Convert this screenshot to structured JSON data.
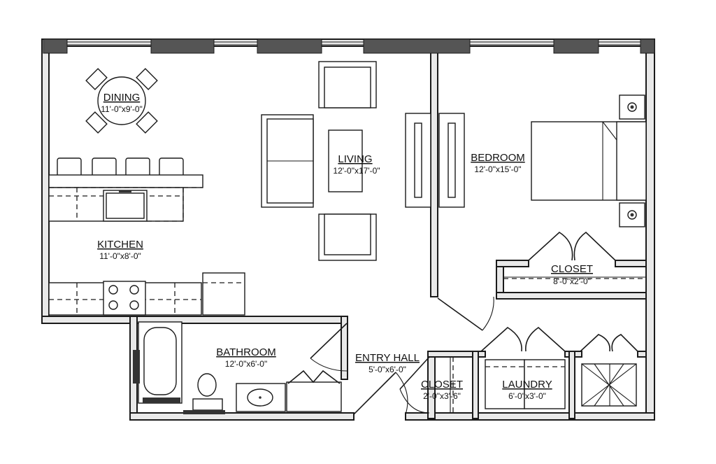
{
  "rooms": [
    {
      "key": "dining",
      "name": "DINING",
      "dims": "11'-0\"x9'-0\""
    },
    {
      "key": "living",
      "name": "LIVING",
      "dims": "12'-0\"x17'-0\""
    },
    {
      "key": "bedroom",
      "name": "BEDROOM",
      "dims": "12'-0\"x15'-0\""
    },
    {
      "key": "kitchen",
      "name": "KITCHEN",
      "dims": "11'-0\"x8'-0\""
    },
    {
      "key": "closet_bedroom",
      "name": "CLOSET",
      "dims": "8'-0\"x2'-0\""
    },
    {
      "key": "bathroom",
      "name": "BATHROOM",
      "dims": "12'-0\"x6'-0\""
    },
    {
      "key": "entry_hall",
      "name": "ENTRY HALL",
      "dims": "5'-0\"x6'-0\""
    },
    {
      "key": "closet_entry",
      "name": "CLOSET",
      "dims": "2'-0\"x3'-6\""
    },
    {
      "key": "laundry",
      "name": "LAUNDRY",
      "dims": "6'-0\"x3'-0\""
    }
  ]
}
